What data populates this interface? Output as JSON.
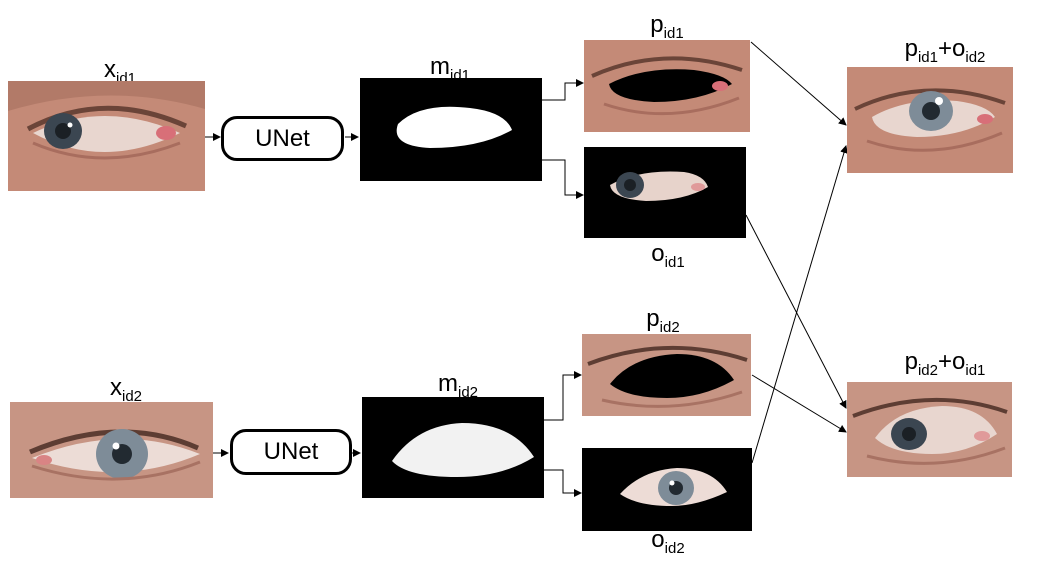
{
  "labels": {
    "x1": {
      "base": "x",
      "sub": "id1"
    },
    "x2": {
      "base": "x",
      "sub": "id2"
    },
    "m1": {
      "base": "m",
      "sub": "id1"
    },
    "m2": {
      "base": "m",
      "sub": "id2"
    },
    "p1": {
      "base": "p",
      "sub": "id1"
    },
    "p2": {
      "base": "p",
      "sub": "id2"
    },
    "o1": {
      "base": "o",
      "sub": "id1"
    },
    "o2": {
      "base": "o",
      "sub": "id2"
    },
    "mix1": {
      "base1": "p",
      "sub1": "id1",
      "plus": "+",
      "base2": "o",
      "sub2": "id2"
    },
    "mix2": {
      "base1": "p",
      "sub1": "id2",
      "plus": "+",
      "base2": "o",
      "sub2": "id1"
    }
  },
  "unet_label": "UNet",
  "colors": {
    "skin": "#c58b78",
    "sclera": "#e8d6cf",
    "iris_brown": "#3e4a55",
    "iris_blue": "#7f8d99",
    "mask_bg": "#000000",
    "mask_fg": "#ffffff"
  }
}
